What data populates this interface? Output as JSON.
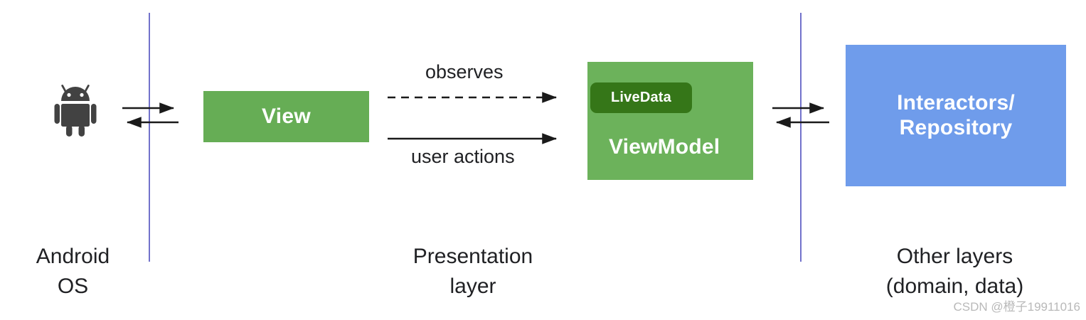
{
  "diagram": {
    "title": "Android MVVM architecture layers",
    "zones": [
      {
        "id": "android-os",
        "label": "Android\nOS"
      },
      {
        "id": "presentation",
        "label": "Presentation\nlayer"
      },
      {
        "id": "other-layers",
        "label": "Other layers\n(domain, data)"
      }
    ],
    "boxes": [
      {
        "id": "view",
        "label": "View",
        "color": "#66ad55"
      },
      {
        "id": "viewmodel",
        "label": "ViewModel",
        "color": "#6cb25b"
      },
      {
        "id": "livedata",
        "label": "LiveData",
        "color": "#357618"
      },
      {
        "id": "interactors",
        "label": "Interactors/\nRepository",
        "color": "#6f9ceb"
      }
    ],
    "box_labels": {
      "view": "View",
      "viewmodel": "ViewModel",
      "livedata": "LiveData",
      "interactors_line1": "Interactors/",
      "interactors_line2": "Repository"
    },
    "connections": [
      {
        "id": "observes",
        "label": "observes",
        "style": "dashed",
        "direction": "right",
        "from": "View",
        "to": "ViewModel"
      },
      {
        "id": "user-actions",
        "label": "user actions",
        "style": "solid",
        "direction": "right",
        "from": "View",
        "to": "ViewModel"
      },
      {
        "id": "os-to-view",
        "label": "",
        "style": "solid",
        "direction": "right",
        "from": "Android OS",
        "to": "View"
      },
      {
        "id": "view-to-os",
        "label": "",
        "style": "solid",
        "direction": "left",
        "from": "View",
        "to": "Android OS"
      },
      {
        "id": "vm-to-inter",
        "label": "",
        "style": "solid",
        "direction": "right",
        "from": "ViewModel",
        "to": "Interactors/Repository"
      },
      {
        "id": "inter-to-vm",
        "label": "",
        "style": "solid",
        "direction": "left",
        "from": "Interactors/Repository",
        "to": "ViewModel"
      }
    ],
    "dividers": [
      {
        "id": "divider-left",
        "color": "#7272cb"
      },
      {
        "id": "divider-right",
        "color": "#7272cb"
      }
    ],
    "icons": [
      {
        "id": "android-robot",
        "name": "android-robot-icon",
        "color": "#424242"
      }
    ]
  },
  "watermark": {
    "text": "CSDN @橙子19911016"
  }
}
